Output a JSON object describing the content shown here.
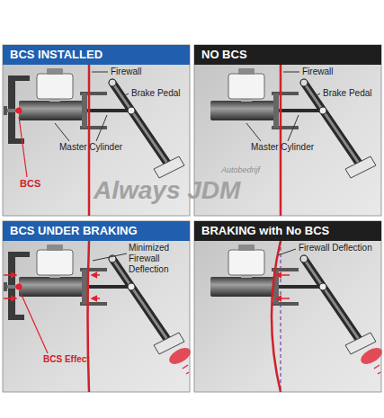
{
  "diagram": {
    "nodes": [
      {
        "text": [
          "BCS INSTALLED"
        ]
      },
      {
        "text": [
          "NO BCS"
        ]
      },
      {
        "text": [
          "BCS UNDER BRAKING"
        ]
      },
      {
        "text": [
          "BRAKING with No BCS"
        ]
      }
    ],
    "labels": [
      "Firewall",
      "Brake Pedal",
      "Master Cylinder",
      "BCS",
      "Firewall",
      "Brake Pedal",
      "Master Cylinder",
      "Minimized Firewall Deflection",
      "BCS Effect",
      "Firewall Deflection",
      "Autobedrijf",
      "Always JDM"
    ]
  }
}
